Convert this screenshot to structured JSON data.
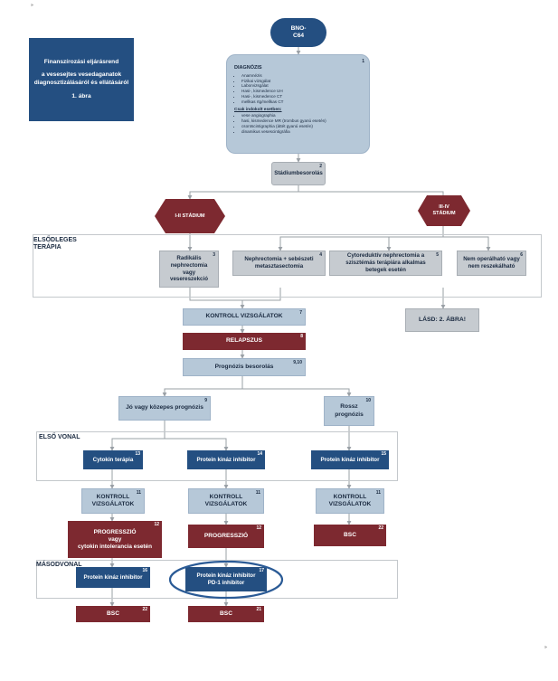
{
  "corner_marks": [
    "»",
    "»"
  ],
  "title_box": {
    "line1": "Finanszírozási eljárásrend",
    "line2": "a vesesejtes vesedaganatok diagnosztizálásáról és ellátásáról",
    "line3": "1. ábra"
  },
  "start": {
    "line1": "BNO-",
    "line2": "C64"
  },
  "diagnosis": {
    "num": "1",
    "title": "DIAGNÓZIS",
    "items": [
      "Anamnézis",
      "Fizikai vizsgálat",
      "Laborvizsgálat",
      "Hasi-, kismedence UH",
      "Hasi-, kismedence CT",
      "mellkas rtg/mellkas CT"
    ],
    "subtitle": "Csak indokolt esetben:",
    "sub_items": [
      "vese angiographia",
      "hasi, kismedence MR (trombus gyanú esetén)",
      "csontscintigraphia (áttét gyanú esetén)",
      "dinamikus vesescintigráfia"
    ]
  },
  "staging": {
    "label": "Stádiumbesorolás",
    "num": "2"
  },
  "stage_left": {
    "label": "I-II STÁDIUM"
  },
  "stage_right": {
    "line1": "III-IV",
    "line2": "STÁDIUM"
  },
  "primary_section": {
    "label_line1": "ELSŐDLEGES",
    "label_line2": "TERÁPIA"
  },
  "primary_boxes": [
    {
      "label": "Radikális nephrectomia vagy vesereszekció",
      "num": "3"
    },
    {
      "label": "Nephrectomia + sebészeti metasztasectomia",
      "num": "4"
    },
    {
      "label": "Cytoreduktív nephrectomia a szisztémás terápiára alkalmas betegek esetén",
      "num": "5"
    },
    {
      "label": "Nem operálható vagy nem reszekálható",
      "num": "6"
    }
  ],
  "see_fig2": {
    "label": "LÁSD: 2. ÁBRA!"
  },
  "control1": {
    "label": "KONTROLL VIZSGÁLATOK",
    "num": "7"
  },
  "relapse": {
    "label": "RELAPSZUS",
    "num": "8"
  },
  "prognosis": {
    "label": "Prognózis besorolás",
    "num": "9,10"
  },
  "good_prognosis": {
    "label": "Jó vagy közepes prognózis",
    "num": "9"
  },
  "poor_prognosis": {
    "label": "Rossz prognózis",
    "num": "10"
  },
  "first_line_section": {
    "label": "ELSŐ VONAL"
  },
  "first_line": [
    {
      "label": "Cytokin terápia",
      "num": "13"
    },
    {
      "label": "Protein kináz inhibitor",
      "num": "14"
    },
    {
      "label": "Protein kináz inhibitor",
      "num": "15"
    }
  ],
  "controls2": [
    {
      "label": "KONTROLL VIZSGÁLATOK",
      "num": "11"
    },
    {
      "label": "KONTROLL VIZSGÁLATOK",
      "num": "11"
    },
    {
      "label": "KONTROLL VIZSGÁLATOK",
      "num": "11"
    }
  ],
  "outcomes": [
    {
      "line1": "PROGRESSZIÓ",
      "line2": "vagy",
      "line3": "cytokin intolerancia esetén",
      "num": "12"
    },
    {
      "label": "PROGRESSZIÓ",
      "num": "12"
    },
    {
      "label": "BSC",
      "num": "22"
    }
  ],
  "second_line_section": {
    "label": "MÁSODVONAL"
  },
  "second_line": [
    {
      "label": "Protein kináz inhibitor",
      "num": "16"
    },
    {
      "line1": "Protein kináz inhibitor",
      "line2": "PD-1 inhibitor",
      "num": "17"
    }
  ],
  "bsc_bottom": [
    {
      "label": "BSC",
      "num": "22"
    },
    {
      "label": "BSC",
      "num": "21"
    }
  ],
  "colors": {
    "dark_blue": "#244f81",
    "light_blue": "#b6c8d8",
    "dark_red": "#7d2930",
    "gray": "#c6cbd0",
    "line": "#9aa0a6",
    "highlight": "#2b5b96"
  }
}
